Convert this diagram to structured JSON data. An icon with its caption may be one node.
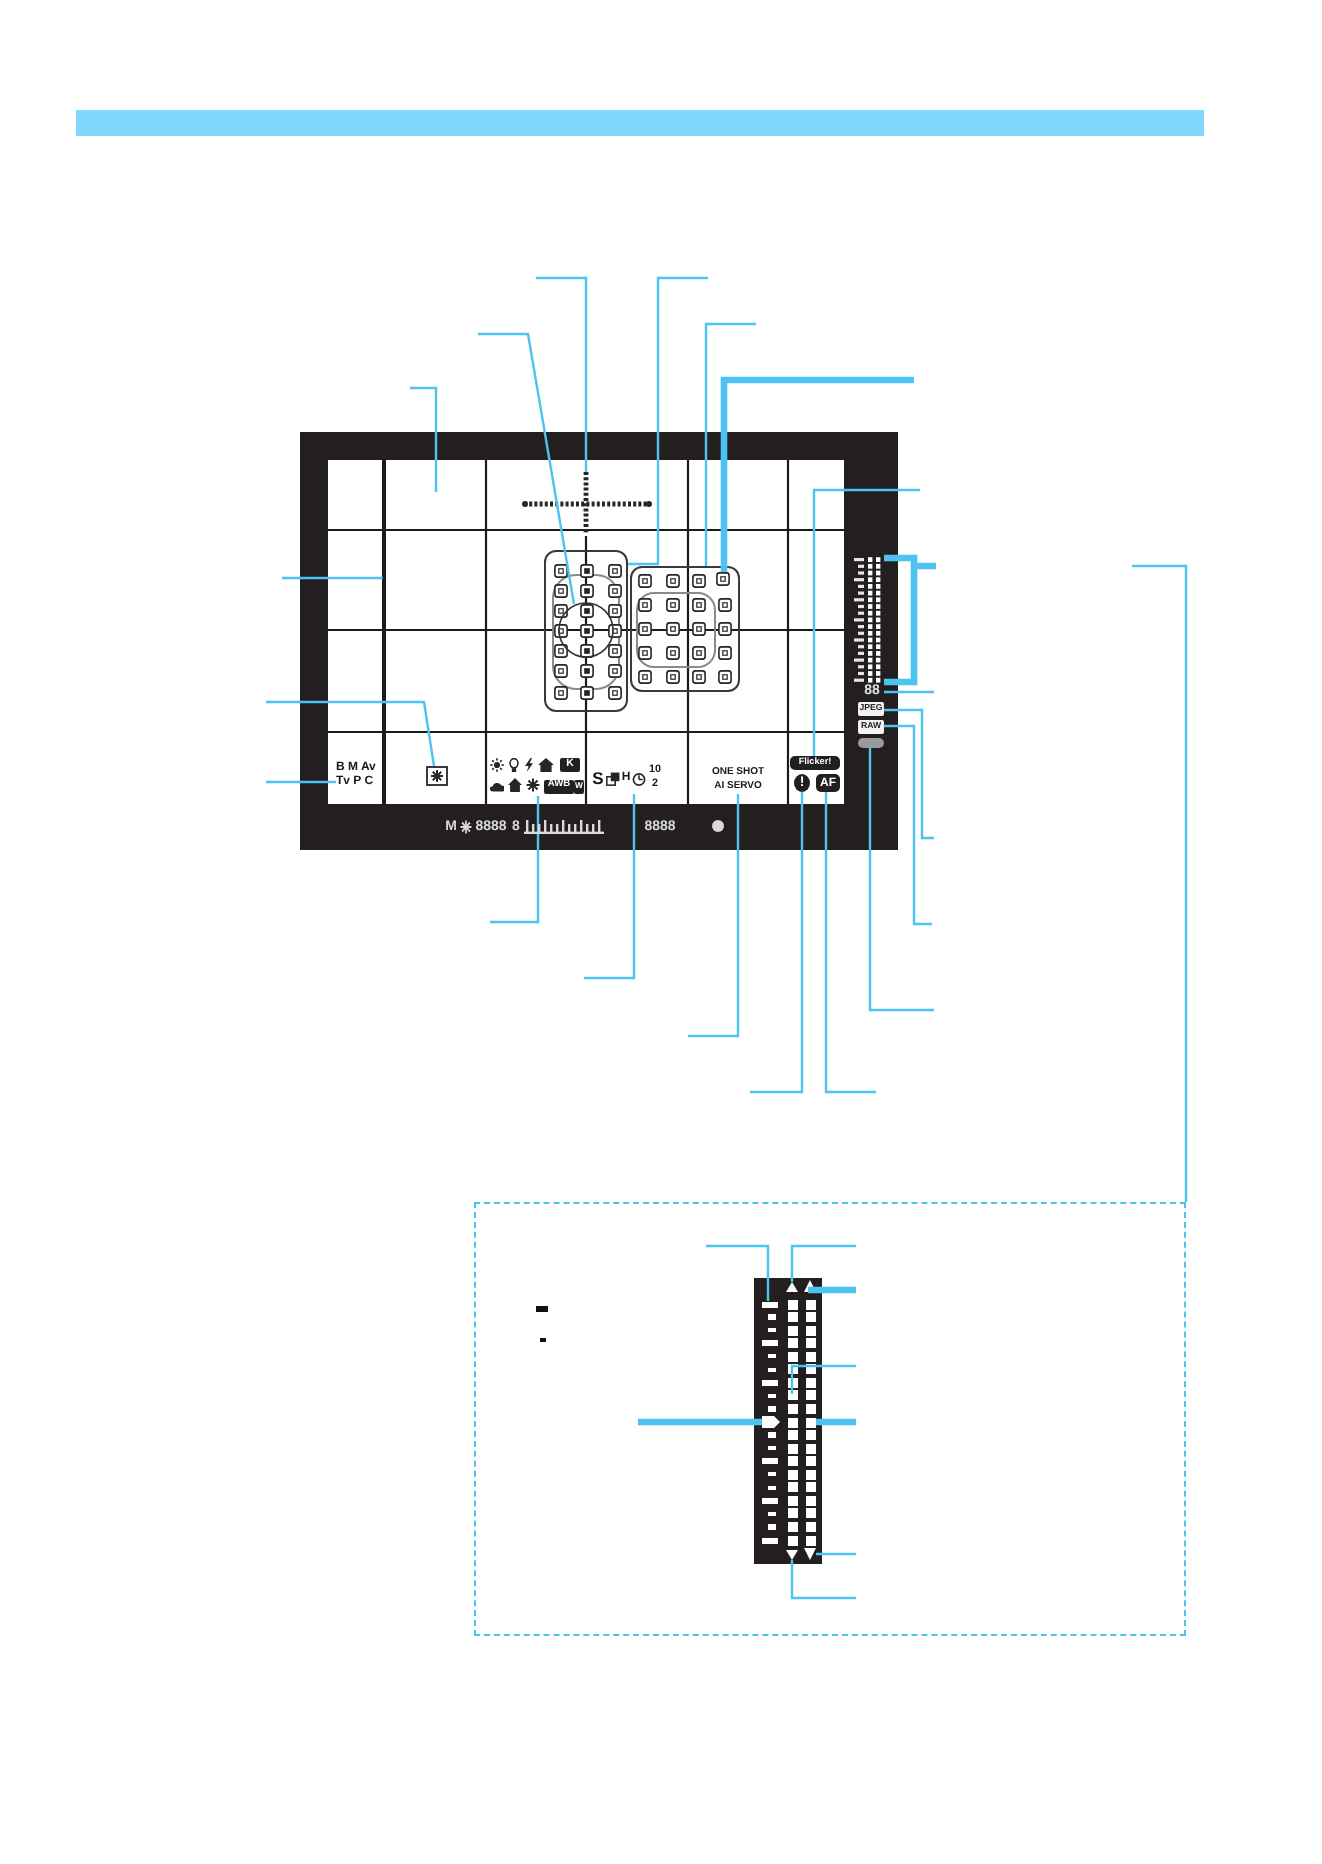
{
  "diagram": {
    "nodes": [
      {
        "text": [],
        "shape": "box"
      },
      {
        "text": [],
        "shape": "grid",
        "in": 0
      },
      {
        "text": [],
        "shape": "cross",
        "in": 1
      },
      {
        "text": [],
        "shape": "box",
        "in": 1
      },
      {
        "text": [],
        "shape": "circle",
        "in": 3
      },
      {
        "text": [],
        "shape": "box",
        "in": 1
      },
      {
        "text": [],
        "shape": "box",
        "in": 5
      },
      {
        "text": [
          "Flicker!"
        ],
        "in": 1
      },
      {
        "text": [
          "B M Av Tv P C"
        ],
        "in": 1
      },
      {
        "text": [],
        "shape": "box",
        "in": 1
      },
      {
        "text": [
          "K",
          "AWB",
          "W"
        ],
        "in": 1
      },
      {
        "text": [
          "S",
          "H",
          "10 2"
        ],
        "in": 1
      },
      {
        "text": [
          "ONE SHOT AI SERVO"
        ],
        "in": 1
      },
      {
        "text": [
          "!"
        ],
        "in": 1
      },
      {
        "text": [
          "AF"
        ],
        "in": 1
      },
      {
        "text": [],
        "shape": "bar",
        "in": 0
      },
      {
        "text": [
          "88"
        ],
        "in": 0
      },
      {
        "text": [
          "JPEG"
        ],
        "in": 0
      },
      {
        "text": [
          "RAW"
        ],
        "in": 0
      },
      {
        "text": [],
        "shape": "box",
        "in": 0
      },
      {
        "text": [],
        "shape": "box"
      },
      {
        "text": [],
        "shape": "bar",
        "in": 20
      },
      {
        "text": [],
        "shape": "bar",
        "in": 21
      },
      {
        "text": [],
        "shape": "triangle",
        "in": 21
      },
      {
        "text": [],
        "shape": "triangle",
        "in": 21
      },
      {
        "text": [],
        "shape": "bar",
        "in": 21
      },
      {
        "text": [],
        "shape": "bar",
        "in": 21
      },
      {
        "text": [],
        "shape": "bar",
        "in": 21
      },
      {
        "text": [],
        "shape": "triangle",
        "in": 21
      },
      {
        "text": [],
        "shape": "triangle",
        "in": 21
      },
      {
        "text": [],
        "shape": "line",
        "in": 1
      }
    ],
    "edges": [
      {
        "from": null,
        "to": 2,
        "arrow": "none"
      },
      {
        "from": null,
        "to": 4,
        "arrow": "none"
      },
      {
        "from": null,
        "to": 1,
        "arrow": "none"
      },
      {
        "from": null,
        "to": 3,
        "arrow": "none"
      },
      {
        "from": null,
        "to": 5,
        "arrow": "none"
      },
      {
        "from": null,
        "to": 6,
        "arrow": "none",
        "style": "thick"
      },
      {
        "from": null,
        "to": 7,
        "arrow": "none"
      },
      {
        "from": null,
        "to": 30,
        "arrow": "none"
      },
      {
        "from": null,
        "to": 9,
        "arrow": "none"
      },
      {
        "from": null,
        "to": 8,
        "arrow": "none"
      },
      {
        "from": null,
        "to": 10,
        "arrow": "none"
      },
      {
        "from": null,
        "to": 11,
        "arrow": "none"
      },
      {
        "from": null,
        "to": 12,
        "arrow": "none"
      },
      {
        "from": null,
        "to": 13,
        "arrow": "none"
      },
      {
        "from": null,
        "to": 14,
        "arrow": "none"
      },
      {
        "from": null,
        "to": 19,
        "arrow": "none"
      },
      {
        "from": null,
        "to": 18,
        "arrow": "none"
      },
      {
        "from": null,
        "to": 17,
        "arrow": "none"
      },
      {
        "from": null,
        "to": 16,
        "arrow": "none"
      },
      {
        "from": null,
        "to": 15,
        "arrow": "none",
        "style": "thick"
      },
      {
        "from": null,
        "to": 20,
        "arrow": "none"
      },
      {
        "from": null,
        "to": 22,
        "arrow": "none"
      },
      {
        "from": null,
        "to": 23,
        "arrow": "none"
      },
      {
        "from": null,
        "to": 24,
        "arrow": "none",
        "style": "thick"
      },
      {
        "from": null,
        "to": 25,
        "arrow": "none"
      },
      {
        "from": null,
        "to": 26,
        "arrow": "none",
        "style": "thick"
      },
      {
        "from": null,
        "to": 27,
        "arrow": "none",
        "style": "thick"
      },
      {
        "from": null,
        "to": 29,
        "arrow": "none"
      },
      {
        "from": null,
        "to": 28,
        "arrow": "none"
      }
    ],
    "labels": [
      "M",
      "8888",
      "8",
      "8888"
    ]
  }
}
